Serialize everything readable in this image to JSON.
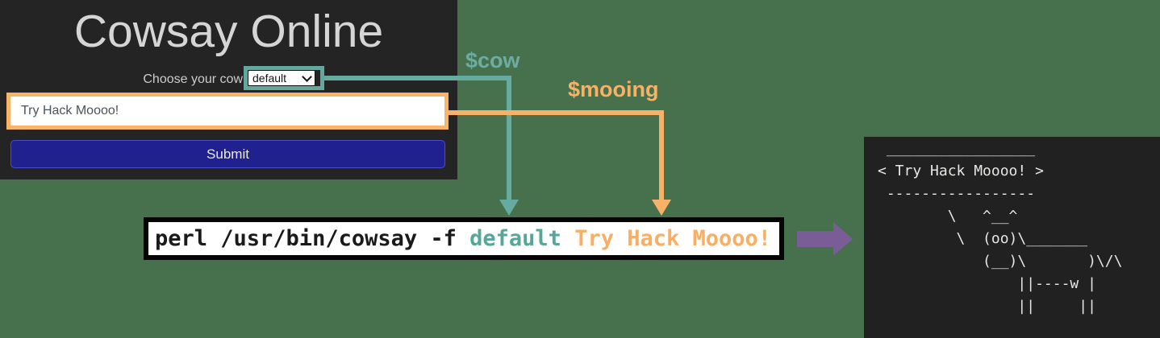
{
  "colors": {
    "background": "#47704D",
    "panel_bg": "#242424",
    "teal_accent": "#66ABA0",
    "orange_accent": "#F8B267",
    "submit_navy": "#20218F",
    "pipe_purple": "#7A5D97",
    "terminal_bg": "#212121"
  },
  "app": {
    "title": "Cowsay Online",
    "cow_field_label": "Choose your cow",
    "cow_select": {
      "value": "default"
    },
    "message_input": {
      "value": "Try Hack Moooo!"
    },
    "submit_button": {
      "label": "Submit"
    }
  },
  "annotations": {
    "cow_variable": "$cow",
    "mooing_variable": "$mooing"
  },
  "command": {
    "prefix": "perl /usr/bin/cowsay -f ",
    "cow_value": "default",
    "message_value": " Try Hack Moooo!"
  },
  "terminal_output": {
    "ascii_art": " _________________\n< Try Hack Moooo! >\n -----------------\n        \\   ^__^\n         \\  (oo)\\_______\n            (__)\\       )\\/\\\n                ||----w |\n                ||     ||"
  }
}
